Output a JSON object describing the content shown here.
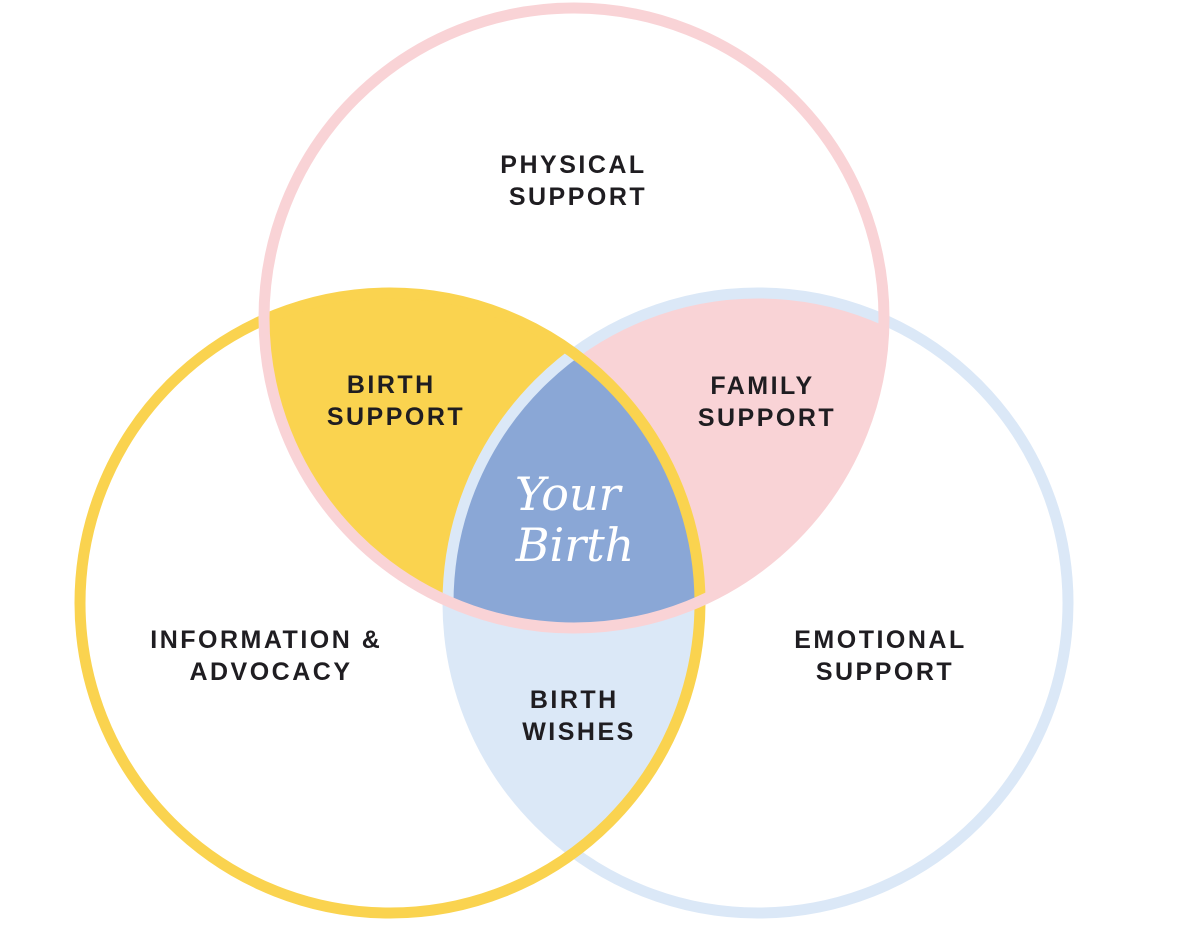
{
  "colors": {
    "physical": "#f9d3d6",
    "information": "#fad34f",
    "emotional": "#dbe8f7",
    "birth_support_fill": "#fad34f",
    "family_support_fill": "#f9d3d6",
    "birth_wishes_fill": "#dbe8f7",
    "center_fill": "#8aa7d6",
    "label_text": "#1f1d21",
    "center_text": "#ffffff"
  },
  "regions": {
    "physical_support": {
      "line1": "PHYSICAL",
      "line2": "SUPPORT"
    },
    "information_advocacy": {
      "line1": "INFORMATION &",
      "line2": "ADVOCACY"
    },
    "emotional_support": {
      "line1": "EMOTIONAL",
      "line2": "SUPPORT"
    },
    "birth_support": {
      "line1": "BIRTH",
      "line2": "SUPPORT"
    },
    "family_support": {
      "line1": "FAMILY",
      "line2": "SUPPORT"
    },
    "birth_wishes": {
      "line1": "BIRTH",
      "line2": "WISHES"
    },
    "center": {
      "line1": "Your",
      "line2": "Birth"
    }
  }
}
